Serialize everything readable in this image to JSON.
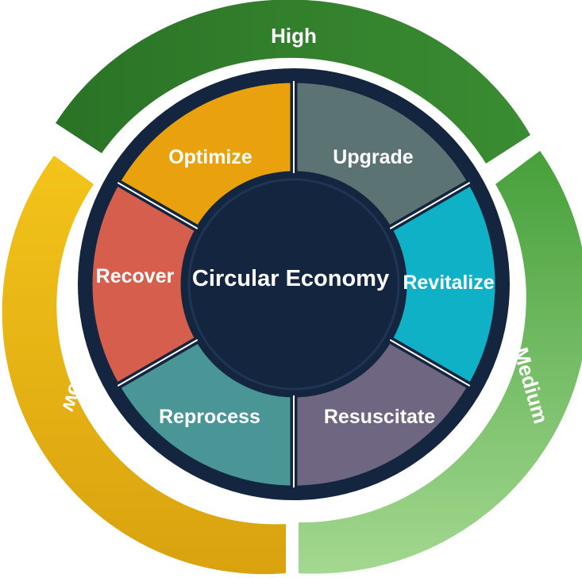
{
  "center": {
    "label": "Circular Economy",
    "color": "#14263f"
  },
  "segments": [
    {
      "key": "optimize",
      "label": "Optimize",
      "color": "#e9a20e"
    },
    {
      "key": "upgrade",
      "label": "Upgrade",
      "color": "#5c7374"
    },
    {
      "key": "revitalize",
      "label": "Revitalize",
      "color": "#0fb1c7"
    },
    {
      "key": "resuscitate",
      "label": "Resuscitate",
      "color": "#6f6681"
    },
    {
      "key": "reprocess",
      "label": "Reprocess",
      "color": "#4a9696"
    },
    {
      "key": "recover",
      "label": "Recover",
      "color": "#d65e4c"
    }
  ],
  "outer_ring": {
    "high": {
      "label": "High",
      "color": "#2e7a2a"
    },
    "medium": {
      "label": "Medium",
      "color": "#66b85a"
    },
    "low": {
      "label": "Low",
      "color": "#e8b211"
    }
  },
  "colors": {
    "frame": "#14263f",
    "divider": "#ffffff"
  }
}
